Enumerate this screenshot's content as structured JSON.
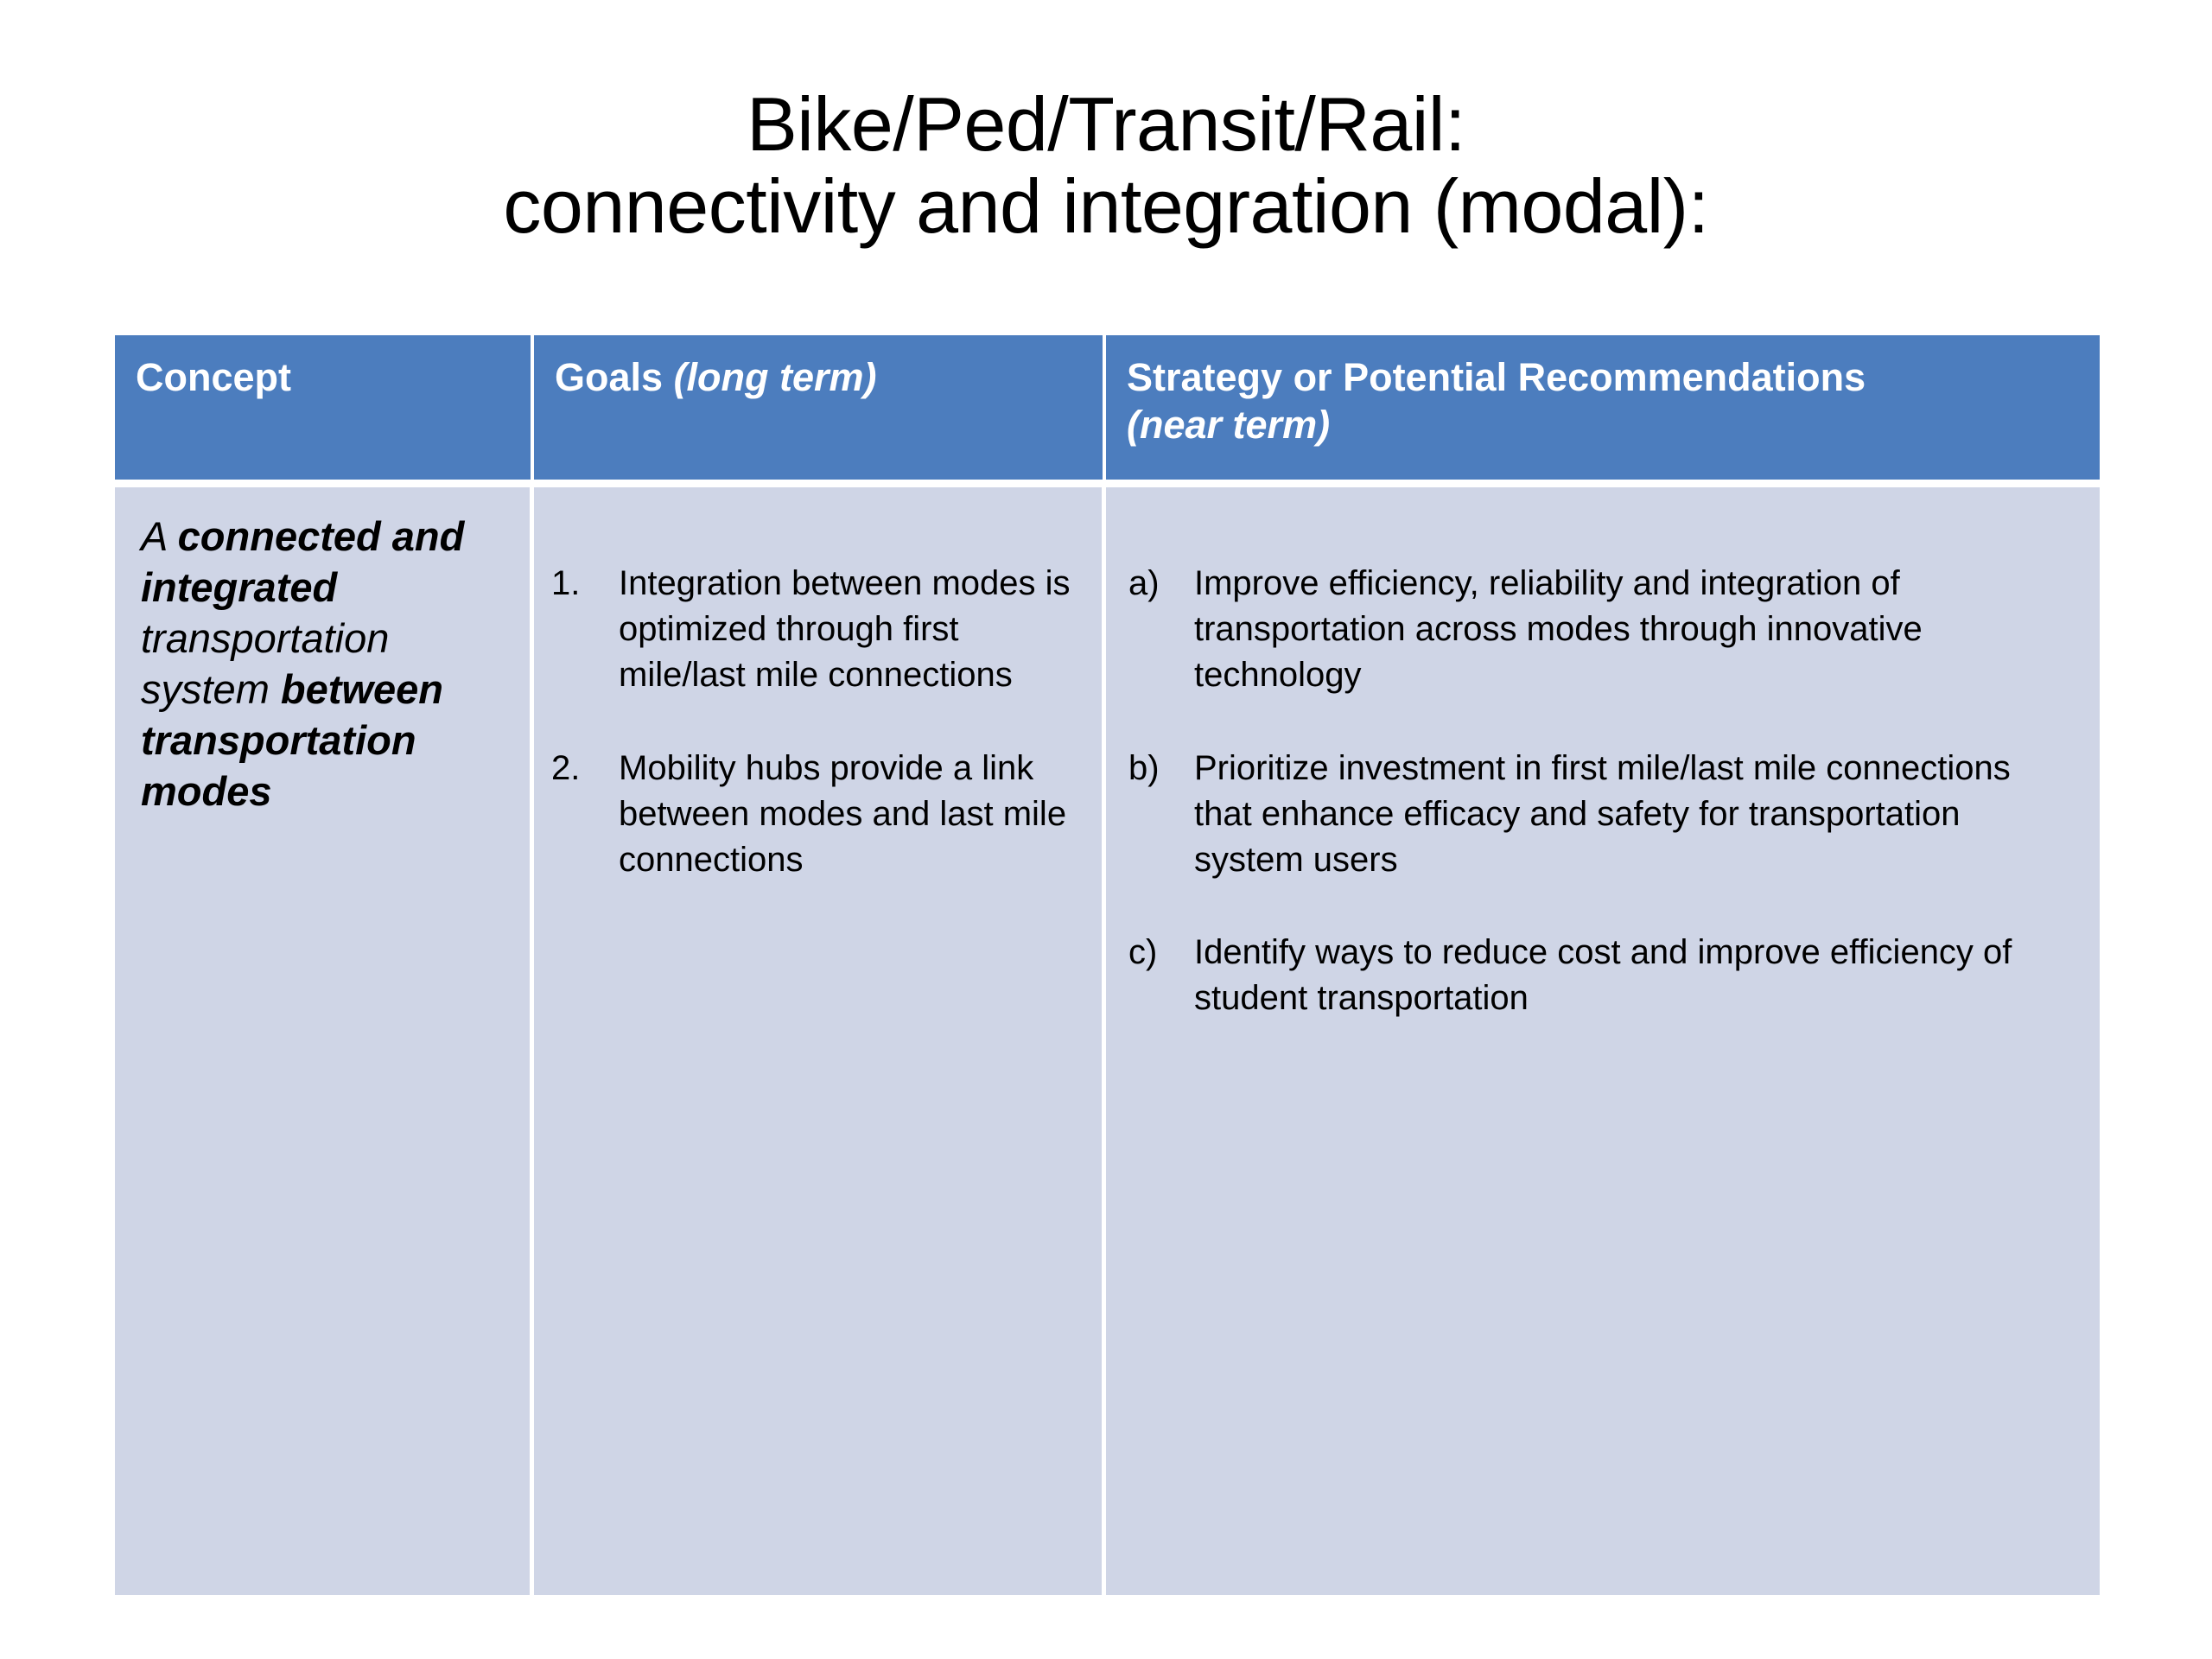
{
  "slide": {
    "title_lines": [
      "Bike/Ped/Transit/Rail:",
      "connectivity and integration (modal):"
    ]
  },
  "colors": {
    "header_fill": "#4C7DBE",
    "header_text": "#FFFFFF",
    "body_fill": "#CFD5E6",
    "body_text": "#000000",
    "page_background": "#FFFFFF"
  },
  "table": {
    "headers": [
      {
        "main": "Concept",
        "emphasis": "",
        "sub": ""
      },
      {
        "main": "Goals ",
        "emphasis": "(long term)",
        "sub": ""
      },
      {
        "main": "Strategy or Potential Recommendations",
        "emphasis": "",
        "sub": "(near term)"
      }
    ],
    "row": {
      "concept": {
        "segments": [
          {
            "text": "A ",
            "bold": false
          },
          {
            "text": "connected and integrated ",
            "bold": true
          },
          {
            "text": "transportation system ",
            "bold": false
          },
          {
            "text": "between transportation modes",
            "bold": true
          }
        ],
        "plain": "A connected and integrated transportation system between transportation modes"
      },
      "goals": [
        {
          "marker": "1.",
          "text": "Integration between modes is optimized through first mile/last mile connections"
        },
        {
          "marker": "2.",
          "text": "Mobility hubs provide a link between modes and last mile connections"
        }
      ],
      "strategies": [
        {
          "marker": "a)",
          "text": "Improve efficiency, reliability and integration of transportation across modes through innovative technology"
        },
        {
          "marker": "b)",
          "text": "Prioritize investment in first mile/last mile connections that enhance efficacy and safety for transportation system users"
        },
        {
          "marker": "c)",
          "text": "Identify ways to reduce cost and improve efficiency of student transportation"
        }
      ]
    }
  }
}
